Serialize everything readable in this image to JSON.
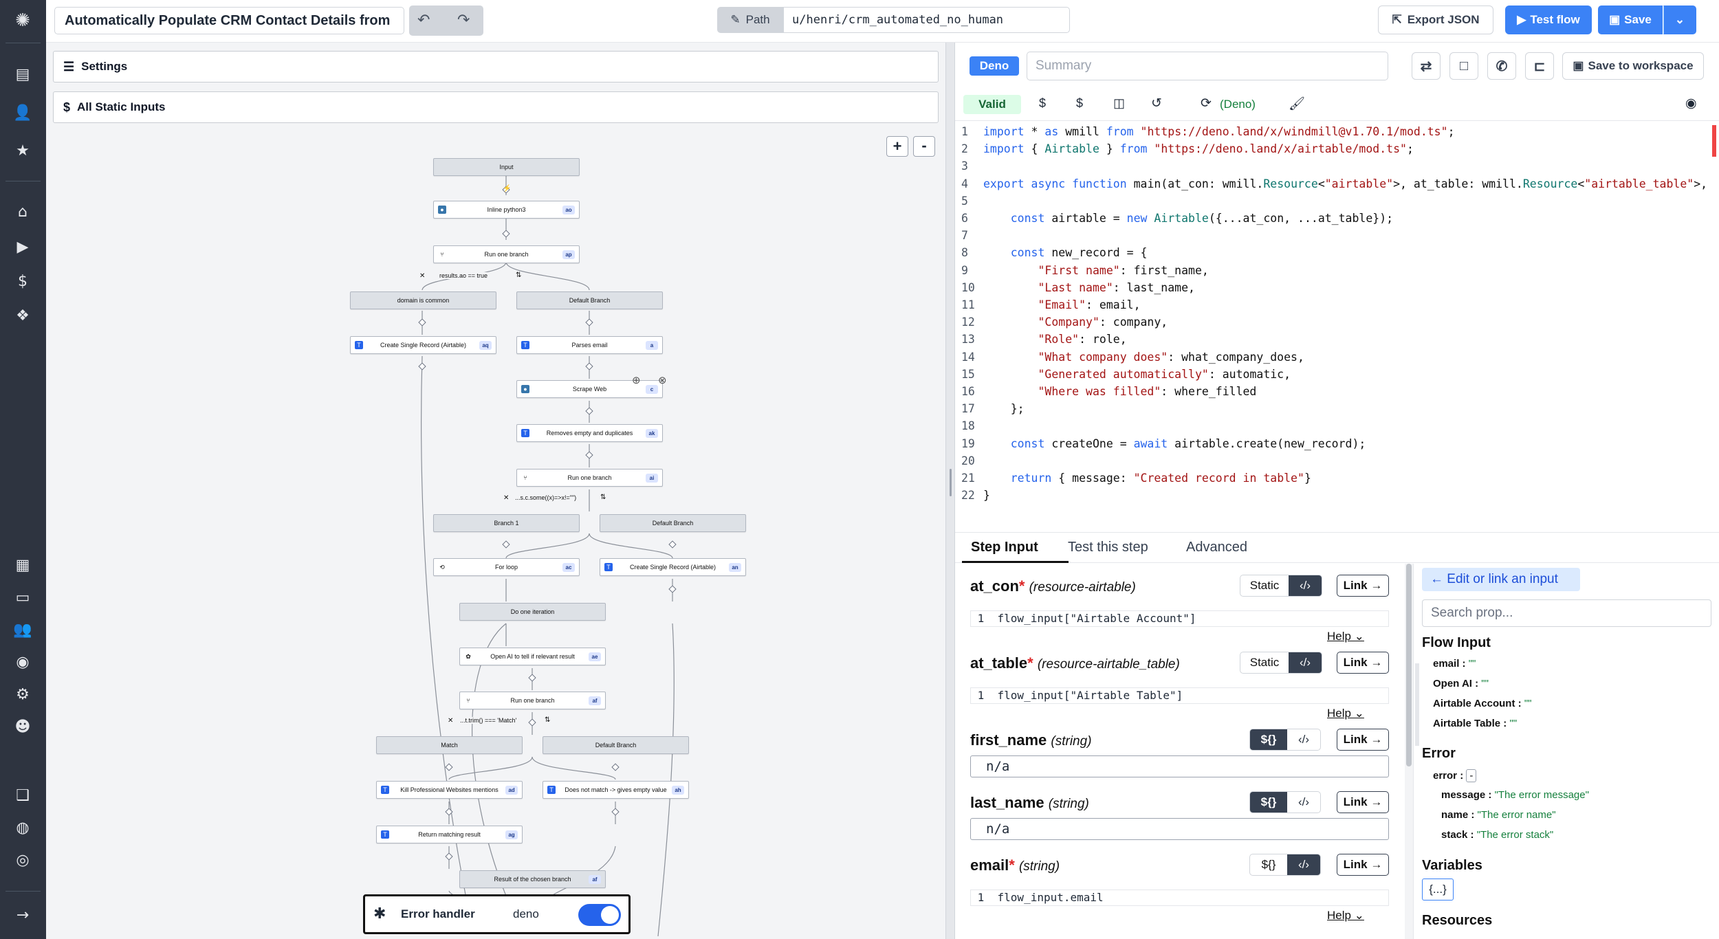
{
  "topbar": {
    "flow_title": "Automatically Populate CRM Contact Details from",
    "path_label": "Path",
    "path_value": "u/henri/crm_automated_no_human",
    "export_label": "Export JSON",
    "test_flow_label": "Test flow",
    "save_label": "Save"
  },
  "left": {
    "settings_label": "Settings",
    "static_inputs_label": "All Static Inputs",
    "zoom_in": "+",
    "zoom_out": "-",
    "error_handler_label": "Error handler",
    "error_handler_lang": "deno",
    "error_handler_enabled": true
  },
  "graph": {
    "nodes": [
      {
        "id": "input",
        "label": "Input",
        "tag": ""
      },
      {
        "id": "inline",
        "label": "Inline python3",
        "tag": "ao"
      },
      {
        "id": "branch1",
        "label": "Run one branch",
        "tag": "ap"
      },
      {
        "id": "domain",
        "label": "domain is common",
        "tag": ""
      },
      {
        "id": "default1",
        "label": "Default Branch",
        "tag": ""
      },
      {
        "id": "create1",
        "label": "Create Single Record (Airtable)",
        "tag": "aq"
      },
      {
        "id": "parse",
        "label": "Parses email",
        "tag": "a"
      },
      {
        "id": "scrape",
        "label": "Scrape Web",
        "tag": "c"
      },
      {
        "id": "removes",
        "label": "Removes empty and duplicates",
        "tag": "ak"
      },
      {
        "id": "branch2",
        "label": "Run one branch",
        "tag": "ai"
      },
      {
        "id": "b1",
        "label": "Branch 1",
        "tag": ""
      },
      {
        "id": "default2",
        "label": "Default Branch",
        "tag": ""
      },
      {
        "id": "forloop",
        "label": "For loop",
        "tag": "ac"
      },
      {
        "id": "create2",
        "label": "Create Single Record (Airtable)",
        "tag": "an"
      },
      {
        "id": "iter",
        "label": "Do one iteration",
        "tag": ""
      },
      {
        "id": "openai",
        "label": "Open AI to tell if relevant result",
        "tag": "ae"
      },
      {
        "id": "branch3",
        "label": "Run one branch",
        "tag": "af"
      },
      {
        "id": "match",
        "label": "Match",
        "tag": ""
      },
      {
        "id": "default3",
        "label": "Default Branch",
        "tag": ""
      },
      {
        "id": "kill",
        "label": "Kill Professional Websites mentions",
        "tag": "ad"
      },
      {
        "id": "nomatch",
        "label": "Does not match -> gives empty value",
        "tag": "ah"
      },
      {
        "id": "retmatch",
        "label": "Return matching result",
        "tag": "ag"
      },
      {
        "id": "result",
        "label": "Result of the chosen branch",
        "tag": "af"
      }
    ],
    "edge_labels": {
      "e1": "results.ao == true",
      "e2": "...s.c.some((x)=>x!=\"\")",
      "e3": "...t.trim() === 'Match'"
    }
  },
  "editor": {
    "lang_badge": "Deno",
    "summary_placeholder": "Summary",
    "save_workspace_label": "Save to workspace",
    "valid_label": "Valid",
    "deno_label": "(Deno)",
    "lines": [
      "import * as wmill from \"https://deno.land/x/windmill@v1.70.1/mod.ts\";",
      "import { Airtable } from \"https://deno.land/x/airtable/mod.ts\";",
      "",
      "export async function main(at_con: wmill.Resource<\"airtable\">, at_table: wmill.Resource<\"airtable_table\">,",
      "",
      "    const airtable = new Airtable({...at_con, ...at_table});",
      "",
      "    const new_record = {",
      "        \"First name\": first_name,",
      "        \"Last name\": last_name,",
      "        \"Email\": email,",
      "        \"Company\": company,",
      "        \"Role\": role,",
      "        \"What company does\": what_company_does,",
      "        \"Generated automatically\": automatic,",
      "        \"Where was filled\": where_filled",
      "    };",
      "",
      "    const createOne = await airtable.create(new_record);",
      "",
      "    return { message: \"Created record in table\"}",
      "}"
    ]
  },
  "tabs": {
    "step_input": "Step Input",
    "test_step": "Test this step",
    "advanced": "Advanced"
  },
  "fields": [
    {
      "name": "at_con",
      "req": "*",
      "type": "(resource-airtable)",
      "mode": "Static",
      "code": "flow_input[\"Airtable Account\"]"
    },
    {
      "name": "at_table",
      "req": "*",
      "type": "(resource-airtable_table)",
      "mode": "Static",
      "code": "flow_input[\"Airtable Table\"]"
    },
    {
      "name": "first_name",
      "req": "",
      "type": "(string)",
      "mode": "${}",
      "value": "n/a"
    },
    {
      "name": "last_name",
      "req": "",
      "type": "(string)",
      "mode": "${}",
      "value": "n/a"
    },
    {
      "name": "email",
      "req": "*",
      "type": "(string)",
      "mode": "${}",
      "code": "flow_input.email"
    }
  ],
  "field_common": {
    "link": "Link →",
    "help": "Help",
    "code_icon": "‹/›",
    "ln": "1"
  },
  "props": {
    "edit_link": "← Edit or link an input",
    "search_placeholder": "Search prop...",
    "flow_input_title": "Flow Input",
    "flow_inputs": [
      {
        "k": "email",
        "v": "\"\""
      },
      {
        "k": "Open AI",
        "v": "\"\""
      },
      {
        "k": "Airtable Account",
        "v": "\"\""
      },
      {
        "k": "Airtable Table",
        "v": "\"\""
      }
    ],
    "error_title": "Error",
    "error_key": "error",
    "error_fields": [
      {
        "k": "message",
        "v": "\"The error message\""
      },
      {
        "k": "name",
        "v": "\"The error name\""
      },
      {
        "k": "stack",
        "v": "\"The error stack\""
      }
    ],
    "variables_title": "Variables",
    "variables_value": "{...}",
    "resources_title": "Resources"
  }
}
